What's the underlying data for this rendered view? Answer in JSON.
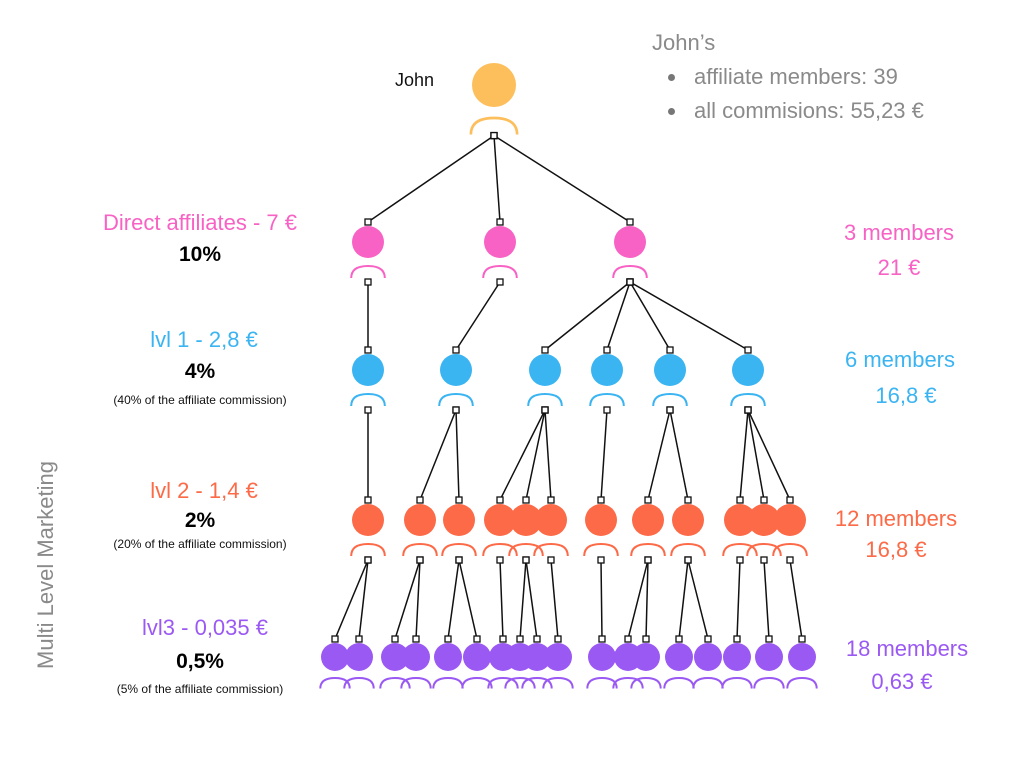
{
  "summary": {
    "title": "John’s",
    "bullets": [
      "affiliate members: 39",
      "all commisions: 55,23 €"
    ]
  },
  "root": {
    "name": "John",
    "color": "#fdbe5c"
  },
  "vertical_label": "Multi Level Marketing",
  "levels": [
    {
      "id": "direct",
      "title": "Direct affiliates - 7 €",
      "percent": "10%",
      "note": "",
      "members": "3 members",
      "amount": "21 €",
      "color": "#f862c4",
      "count": 3
    },
    {
      "id": "lvl1",
      "title": "lvl 1 - 2,8 €",
      "percent": "4%",
      "note": "(40% of the affiliate commission)",
      "members": "6 members",
      "amount": "16,8 €",
      "color": "#3bb4f2",
      "count": 6
    },
    {
      "id": "lvl2",
      "title": "lvl 2 - 1,4 €",
      "percent": "2%",
      "note": "(20% of the affiliate commission)",
      "members": "12 members",
      "amount": "16,8 €",
      "color": "#fc6a47",
      "count": 12
    },
    {
      "id": "lvl3",
      "title": "lvl3 - 0,035 €",
      "percent": "0,5%",
      "note": "(5% of the affiliate commission)",
      "members": "18 members",
      "amount": "0,63 €",
      "color": "#9b59f3",
      "count": 18
    }
  ]
}
